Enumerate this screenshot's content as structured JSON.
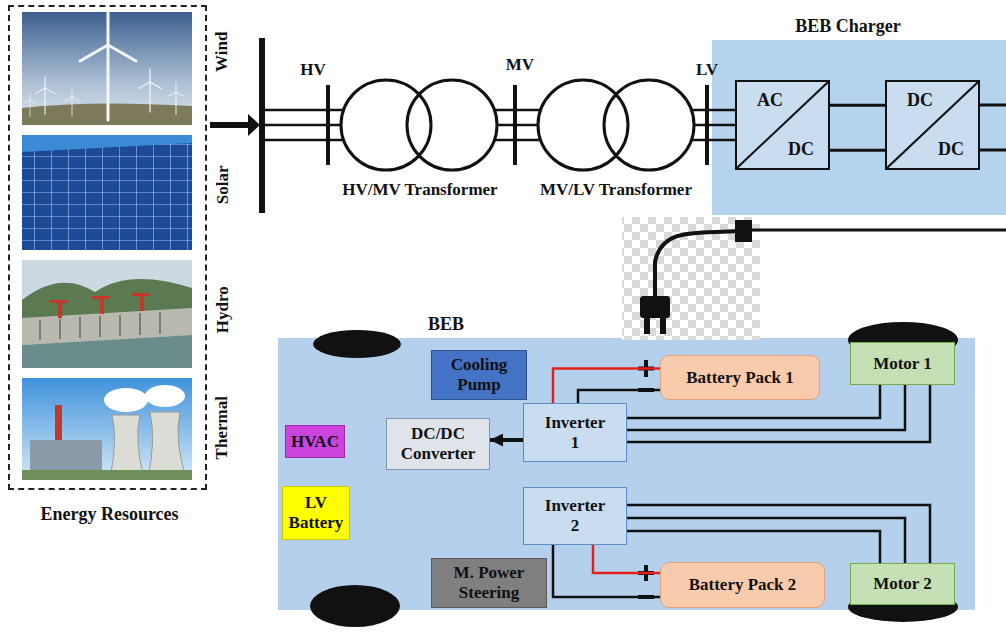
{
  "diagram": {
    "nodes": [
      {
        "text": [
          "Energy Resources"
        ]
      },
      {
        "text": [
          "BEB Charger"
        ]
      },
      {
        "text": [
          "AC",
          "DC"
        ],
        "in": 1
      },
      {
        "text": [
          "DC",
          "DC"
        ],
        "in": 1
      },
      {
        "text": [
          "BEB"
        ]
      },
      {
        "text": [
          "Cooling Pump"
        ],
        "in": 4
      },
      {
        "text": [
          "Battery Pack 1"
        ],
        "in": 4
      },
      {
        "text": [
          "Motor 1"
        ],
        "in": 4
      },
      {
        "text": [
          "Inverter 1"
        ],
        "in": 4
      },
      {
        "text": [
          "HVAC"
        ],
        "in": 4
      },
      {
        "text": [
          "DC/DC Converter"
        ],
        "in": 4
      },
      {
        "text": [
          "LV Battery"
        ],
        "in": 4
      },
      {
        "text": [
          "Inverter 2"
        ],
        "in": 4
      },
      {
        "text": [
          "M. Power Steering"
        ],
        "in": 4
      },
      {
        "text": [
          "Battery Pack 2"
        ],
        "in": 4
      },
      {
        "text": [
          "Motor 2"
        ],
        "in": 4
      }
    ],
    "edges": [
      {
        "from": 2,
        "to": 3,
        "arrow": "none"
      },
      {
        "from": 2,
        "to": 3,
        "arrow": "none"
      },
      {
        "from": 8,
        "to": 6,
        "arrow": "none"
      },
      {
        "from": 8,
        "to": 6,
        "arrow": "none"
      },
      {
        "from": 8,
        "to": 7,
        "arrow": "none"
      },
      {
        "from": 8,
        "to": 7,
        "arrow": "none"
      },
      {
        "from": 8,
        "to": 7,
        "arrow": "none"
      },
      {
        "from": 8,
        "to": 10,
        "arrow": "to"
      },
      {
        "from": 12,
        "to": 14,
        "arrow": "none"
      },
      {
        "from": 12,
        "to": 14,
        "arrow": "none"
      },
      {
        "from": 12,
        "to": 15,
        "arrow": "none"
      },
      {
        "from": 12,
        "to": 15,
        "arrow": "none"
      },
      {
        "from": 12,
        "to": 15,
        "arrow": "none"
      }
    ],
    "labels": [
      "Wind",
      "Solar",
      "Hydro",
      "Thermal",
      "HV",
      "MV",
      "LV",
      "HV/MV Transformer",
      "MV/LV Transformer"
    ]
  }
}
